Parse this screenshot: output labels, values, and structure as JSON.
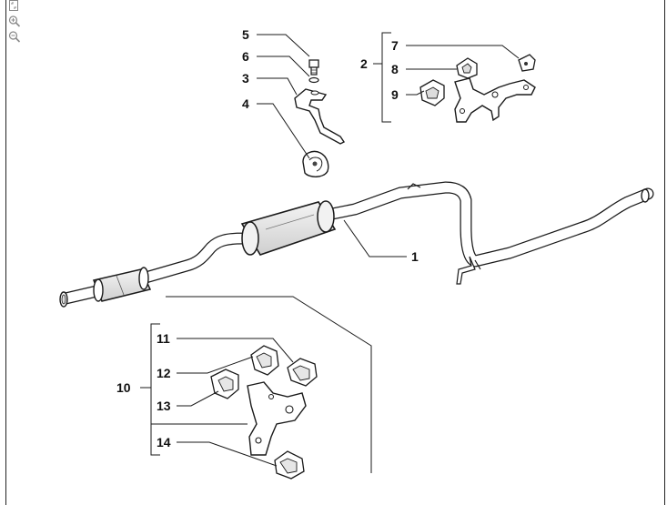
{
  "toolbar": {
    "tools": [
      {
        "name": "fit-page-icon"
      },
      {
        "name": "zoom-in-icon"
      },
      {
        "name": "zoom-out-icon"
      }
    ]
  },
  "callouts": {
    "c1": "1",
    "c2": "2",
    "c3": "3",
    "c4": "4",
    "c5": "5",
    "c6": "6",
    "c7": "7",
    "c8": "8",
    "c9": "9",
    "c10": "10",
    "c11": "11",
    "c12": "12",
    "c13": "13",
    "c14": "14"
  }
}
